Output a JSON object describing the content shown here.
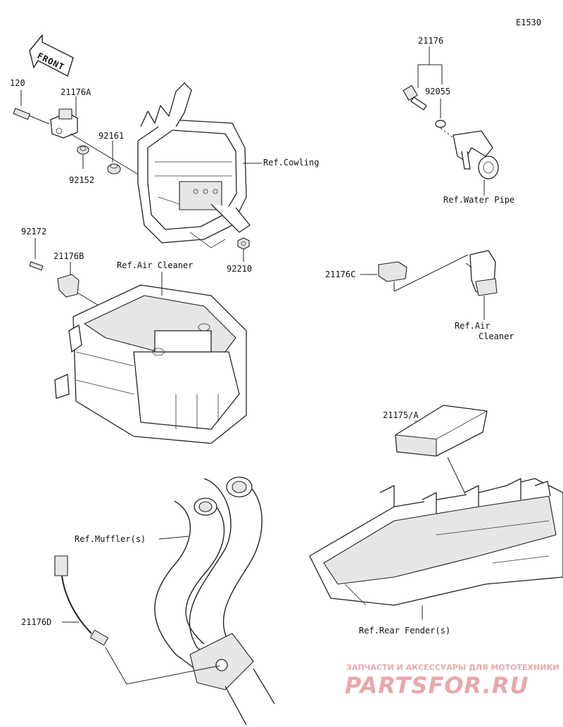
{
  "diagram_code": "E1530",
  "front_label": "FRONT",
  "parts": {
    "p120": "120",
    "p21176A": "21176A",
    "p92161": "92161",
    "p92152": "92152",
    "p21176": "21176",
    "p92055": "92055",
    "p92172": "92172",
    "p21176B": "21176B",
    "p92210": "92210",
    "p21176C": "21176C",
    "p21175A": "21175/A",
    "p21176D": "21176D"
  },
  "refs": {
    "cowling": "Ref.Cowling",
    "water_pipe": "Ref.Water Pipe",
    "air_cleaner_main": "Ref.Air Cleaner",
    "air_cleaner_right_1": "Ref.Air",
    "air_cleaner_right_2": "Cleaner",
    "mufflers": "Ref.Muffler(s)",
    "rear_fender": "Ref.Rear Fender(s)"
  },
  "watermark": {
    "tagline": "ЗАПЧАСТИ И АКСЕССУАРЫ ДЛЯ МОТОТЕХНИКИ",
    "brand": "PARTSFOR.RU"
  },
  "colors": {
    "watermark": "#e8a8ab",
    "line": "#222222"
  }
}
